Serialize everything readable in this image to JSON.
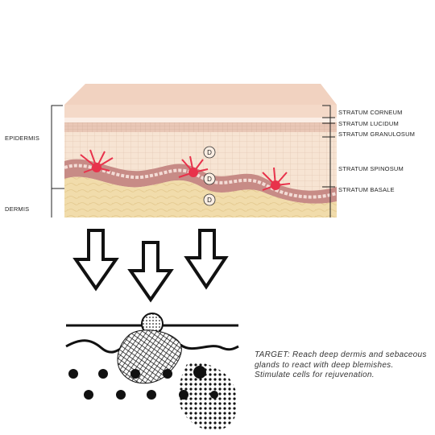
{
  "labels": {
    "epidermis": "EPIDERMIS",
    "dermis": "DERMIS",
    "stratum_corneum": "STRATUM CORNEUM",
    "stratum_lucidum": "STRATUM LUCIDUM",
    "stratum_granulosum": "STRATUM  GRANULOSUM",
    "stratum_spinosum": "STRATUM  SPINOSUM",
    "stratum_basale": "STRATUM  BASALE"
  },
  "markers": [
    "D",
    "D",
    "D"
  ],
  "target_text": "TARGET: Reach deep dermis and sebaceous glands to react with deep blemishes. Stimulate cells for rejuvenation.",
  "colors": {
    "corneum": "#f3d6c4",
    "spinosum": "#f7e3d2",
    "basale": "#c98f86",
    "dermis": "#f1dcac",
    "melanocyte": "#e8324b"
  }
}
